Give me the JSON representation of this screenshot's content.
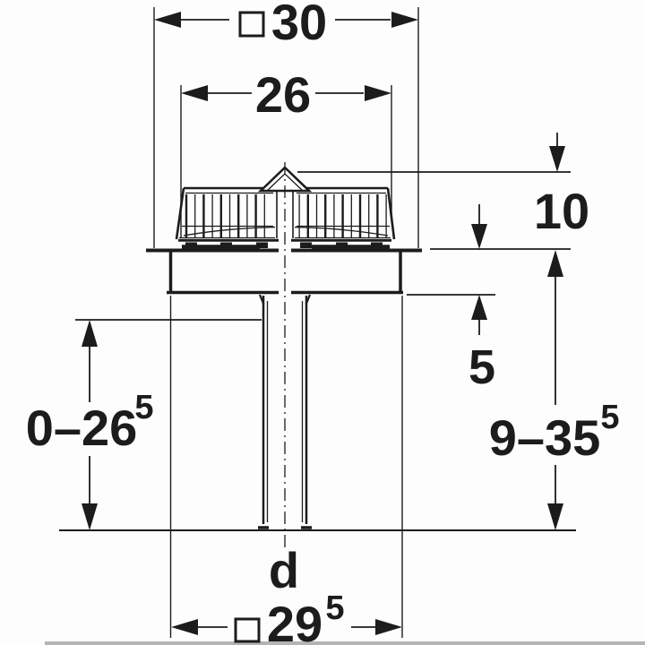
{
  "drawing": {
    "title": "roof-drain-outlet-dimension-drawing",
    "dimensions": {
      "top_width": {
        "symbol": "square",
        "value": "30"
      },
      "strainer_width": {
        "value": "26"
      },
      "strainer_height": {
        "value": "10"
      },
      "flange_depth": {
        "value": "5"
      },
      "left_range": {
        "value": "0–26",
        "sup": "5"
      },
      "right_range": {
        "value": "9–35",
        "sup": "5"
      },
      "outlet_diameter": {
        "value": "d"
      },
      "bottom_width": {
        "symbol": "square",
        "value": "29",
        "sup": "5"
      }
    },
    "colors": {
      "line": "#1c1c1c",
      "background": "#fdfdfd",
      "bottom_bar": "#b4b4b4"
    }
  }
}
